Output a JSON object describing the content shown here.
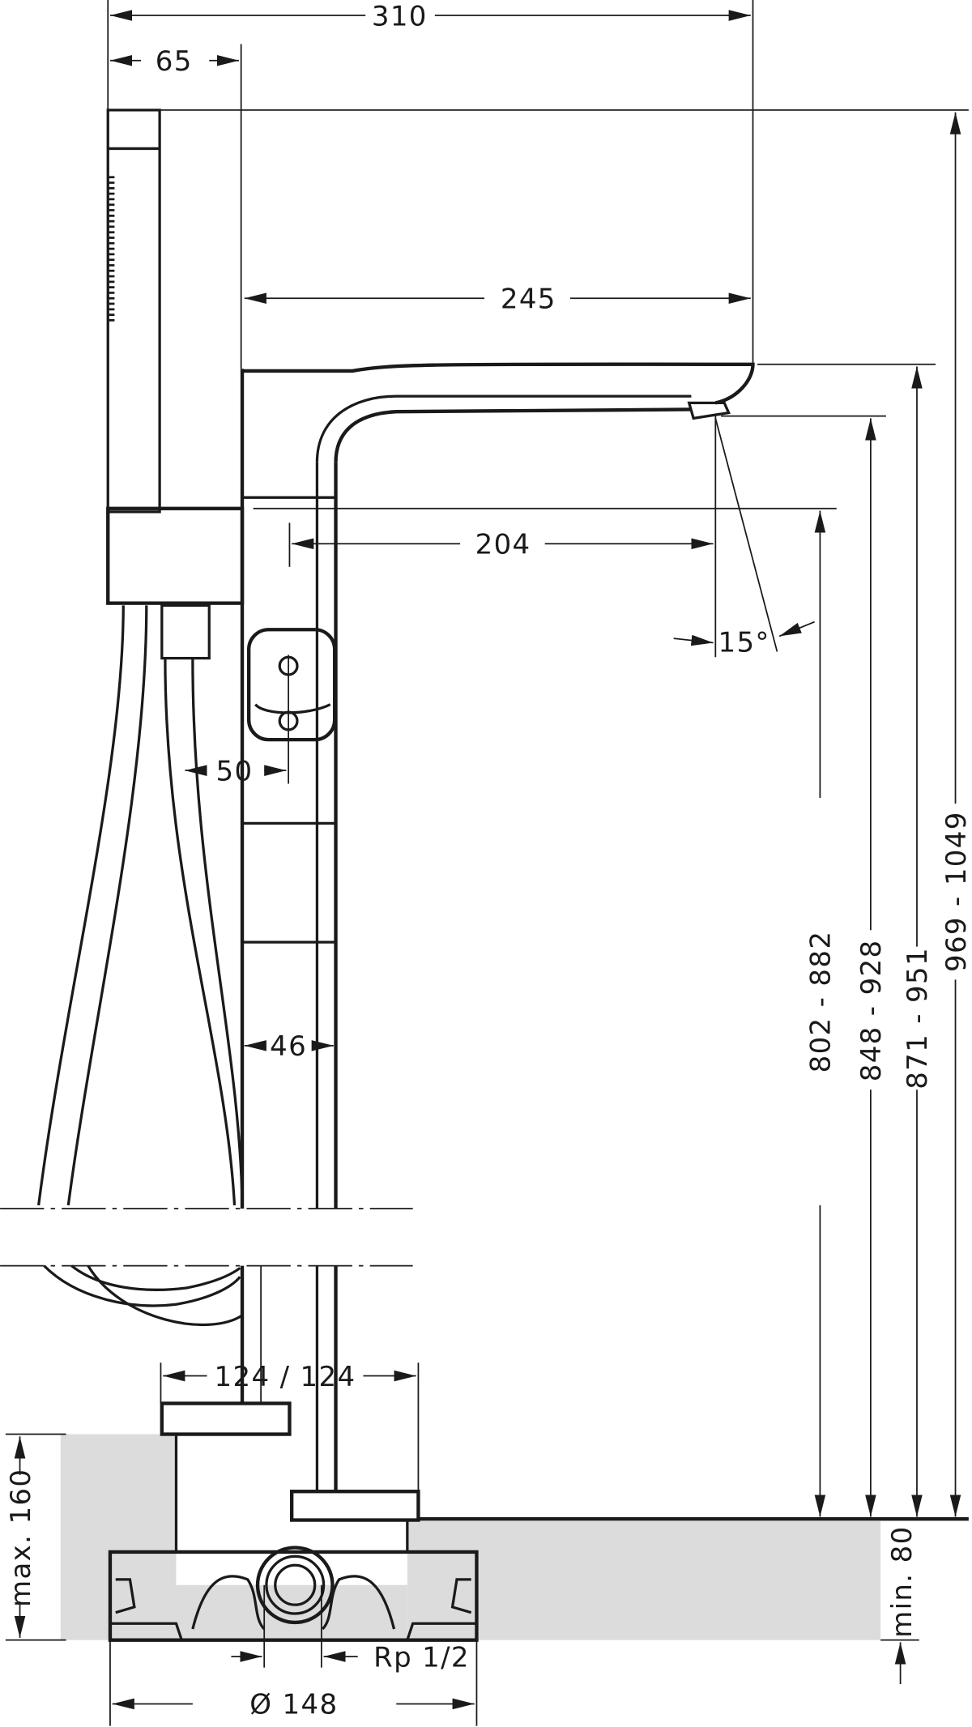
{
  "title": "Freestanding bath mixer dimension drawing",
  "dimensions": {
    "overall_width": "310",
    "handshower_offset": "65",
    "spout_reach": "245",
    "outlet_reach": "204",
    "spray_angle": "15°",
    "handle_offset": "50",
    "column_width": "46",
    "base_plate": "124 / 124",
    "height_outlet_lower": "802 - 882",
    "height_outlet": "848 - 928",
    "height_spout_top": "871 - 951",
    "height_total": "969 - 1049",
    "floor_max": "max. 160",
    "floor_min": "min. 80",
    "thread": "Rp 1/2",
    "body_diameter": "Ø 148"
  },
  "colors": {
    "line": "#1a1a1a",
    "floor": "#dcdcdc"
  }
}
